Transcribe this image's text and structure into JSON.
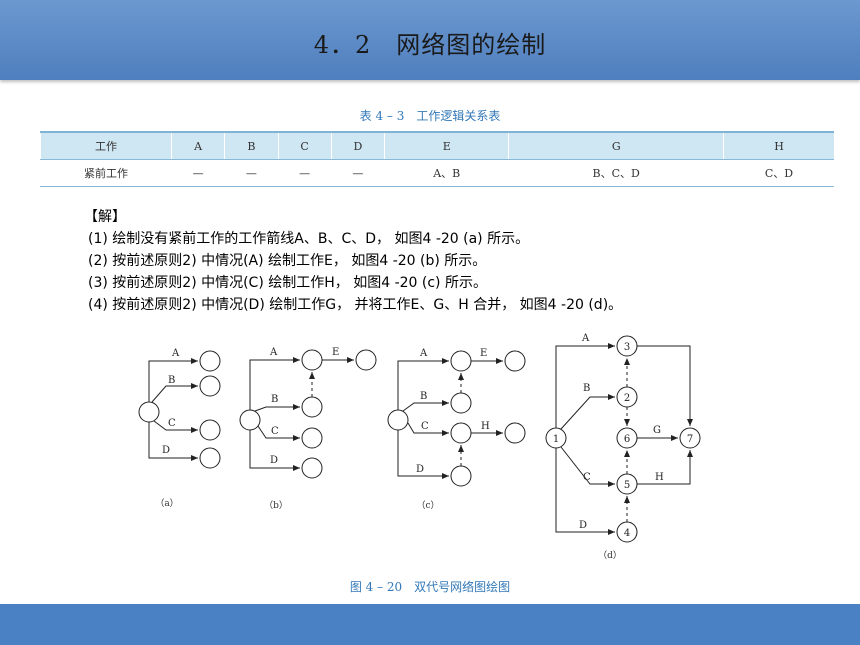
{
  "header": {
    "title": "4．2　网络图的绘制"
  },
  "table": {
    "caption": "表 4 – 3　工作逻辑关系表",
    "row_header": [
      "工作",
      "A",
      "B",
      "C",
      "D",
      "E",
      "G",
      "H"
    ],
    "row_pred": [
      "紧前工作",
      "—",
      "—",
      "—",
      "—",
      "A、B",
      "B、C、D",
      "C、D"
    ]
  },
  "solution": {
    "title": "【解】",
    "items": [
      "(1) 绘制没有紧前工作的工作箭线A、B、C、D， 如图4 -20 (a) 所示。",
      "(2) 按前述原则2) 中情况(A) 绘制工作E， 如图4 -20 (b) 所示。",
      "(3) 按前述原则2) 中情况(C) 绘制工作H， 如图4 -20 (c) 所示。",
      "(4) 按前述原则2) 中情况(D) 绘制工作G， 并将工作E、G、H 合并， 如图4 -20 (d)。"
    ]
  },
  "figure": {
    "caption": "图 4 – 20　双代号网络图绘图",
    "panel_labels": [
      "（a）",
      "（b）",
      "（c）",
      "（d）"
    ],
    "activity_labels": {
      "a": "A",
      "b": "B",
      "c": "C",
      "d": "D",
      "e": "E",
      "g": "G",
      "h": "H"
    },
    "node_labels": [
      "1",
      "2",
      "3",
      "4",
      "5",
      "6",
      "7"
    ]
  }
}
